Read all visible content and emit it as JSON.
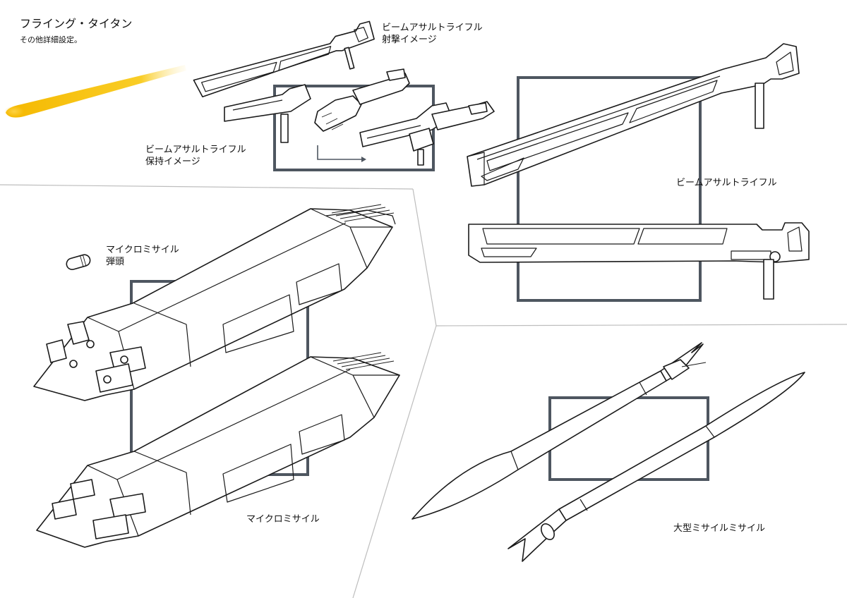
{
  "sheet": {
    "title": "フライング・タイタン",
    "subtitle": "その他詳細設定。"
  },
  "labels": {
    "firing_line1": "ビームアサルトライフル",
    "firing_line2": "射撃イメージ",
    "holding_line1": "ビームアサルトライフル",
    "holding_line2": "保持イメージ",
    "rifle": "ビームアサルトライフル",
    "warhead_line1": "マイクロミサイル",
    "warhead_line2": "弾頭",
    "micro_missile": "マイクロミサイル",
    "large_missile": "大型ミサイルミサイル"
  },
  "colors": {
    "frame": "#4e5660",
    "beam": "#f5b800",
    "ink": "#1a1a1a"
  }
}
